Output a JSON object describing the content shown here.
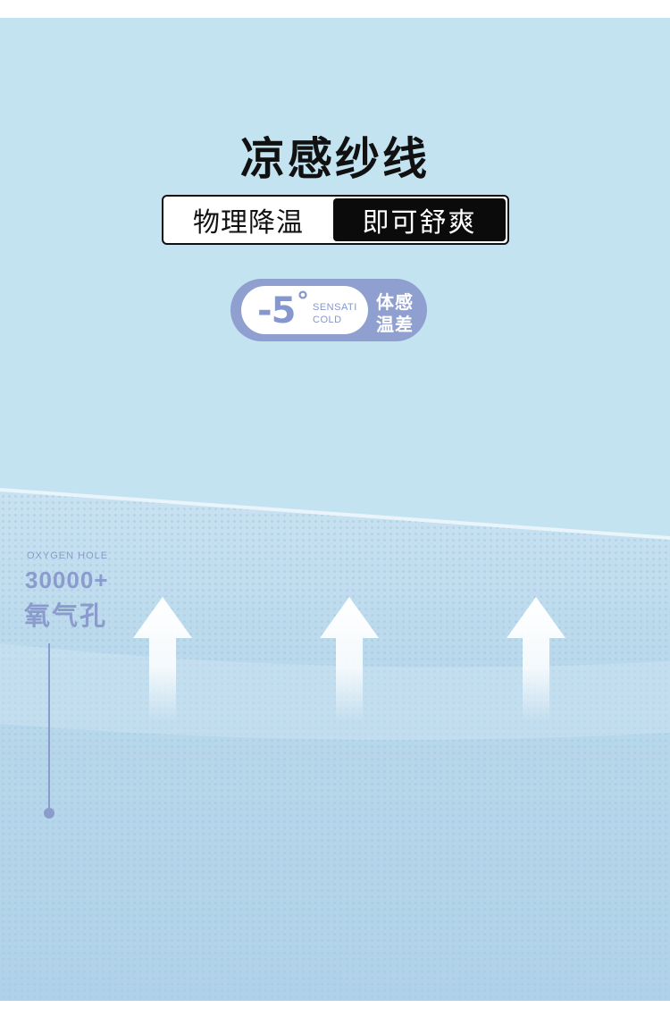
{
  "title": "凉感纱线",
  "tagline": {
    "left": "物理降温",
    "right": "即可舒爽"
  },
  "badge": {
    "value": "-5",
    "degree": "°",
    "en_line1": "SENSATI",
    "en_line2": "COLD",
    "cn_line1": "体感",
    "cn_line2": "温差"
  },
  "oxygen": {
    "en": "OXYGEN HOLE",
    "count": "30000+",
    "cn": "氧气孔"
  },
  "icons": [
    "arrow-up-icon",
    "arrow-up-icon",
    "arrow-up-icon"
  ],
  "colors": {
    "background": "#c3e3f1",
    "fabric": "#b5d6ea",
    "accent": "#8f9fd0",
    "title": "#111111"
  }
}
